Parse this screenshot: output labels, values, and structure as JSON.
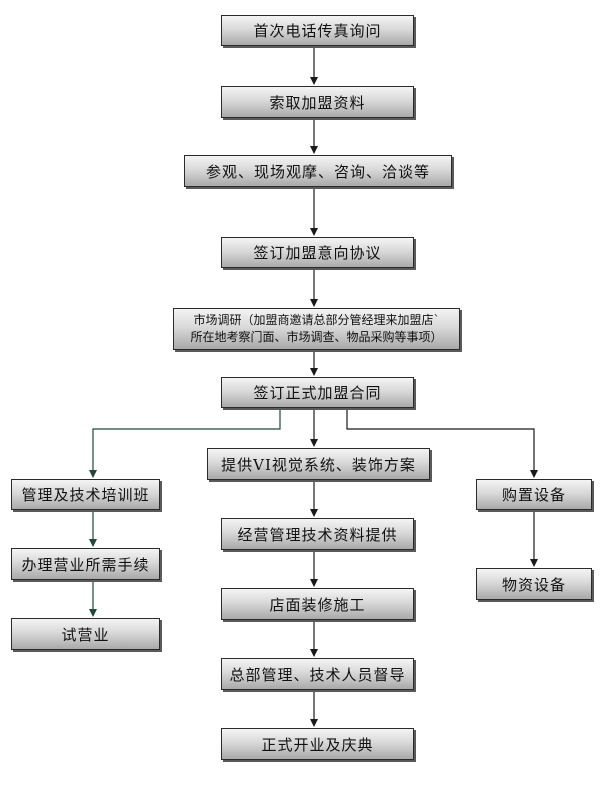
{
  "nodes": {
    "n1": "首次电话传真询问",
    "n2": "索取加盟资料",
    "n3": "参观、现场观摩、咨询、洽谈等",
    "n4": "签订加盟意向协议",
    "n5_line1": "市场调研（加盟商邀请总部分管经理来加盟店`",
    "n5_line2": "所在地考察门面、市场调查、物品采购等事项）",
    "n6": "签订正式加盟合同",
    "left1": "管理及技术培训班",
    "left2": "办理营业所需手续",
    "left3": "试营业",
    "mid1": "提供VI视觉系统、装饰方案",
    "mid2": "经营管理技术资料提供",
    "mid3": "店面装修施工",
    "mid4": "总部管理、技术人员督导",
    "mid5": "正式开业及庆典",
    "right1": "购置设备",
    "right2": "物资设备"
  }
}
